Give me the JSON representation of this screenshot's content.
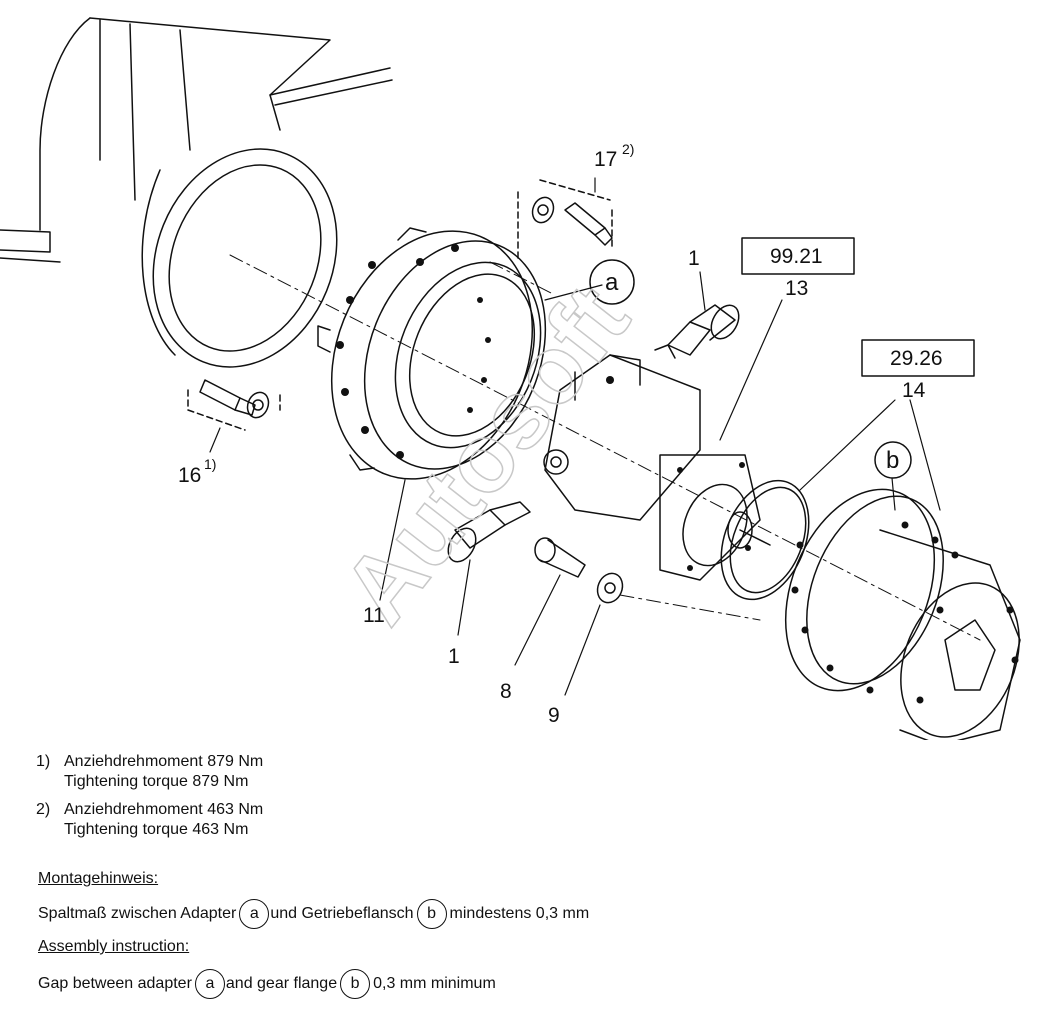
{
  "watermark": "Autosoft",
  "callouts": {
    "c1_top": "1",
    "c1_bottom": "1",
    "c8": "8",
    "c9": "9",
    "c11": "11",
    "c13": "13",
    "c14": "14",
    "c16": "16",
    "c16_sup": "1)",
    "c17": "17",
    "c17_sup": "2)",
    "ref_box_13": "99.21",
    "ref_box_14": "29.26",
    "circle_a": "a",
    "circle_b": "b"
  },
  "footnotes": [
    {
      "num": "1)",
      "line1": "Anziehdrehmoment 879 Nm",
      "line2": "Tightening torque 879 Nm"
    },
    {
      "num": "2)",
      "line1": "Anziehdrehmoment 463 Nm",
      "line2": "Tightening torque 463 Nm"
    }
  ],
  "assembly_de": {
    "heading": "Montagehinweis:",
    "part1": "Spaltmaß zwischen Adapter",
    "circle_a": "a",
    "part2": "und Getriebeflansch",
    "circle_b": "b",
    "part3": "mindestens 0,3 mm"
  },
  "assembly_en": {
    "heading": "Assembly instruction:",
    "part1": "Gap between adapter",
    "circle_a": "a",
    "part2": "and gear flange",
    "circle_b": "b",
    "part3": "0,3 mm minimum"
  }
}
